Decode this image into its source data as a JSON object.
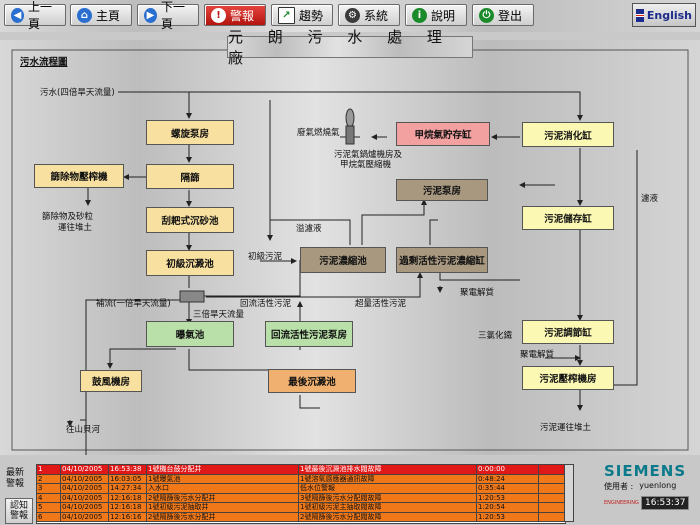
{
  "toolbar": {
    "buttons": [
      {
        "label": "上一頁",
        "icon": "arrow-left-icon",
        "color": "#2a6fd0"
      },
      {
        "label": "主頁",
        "icon": "home-icon",
        "color": "#2a6fd0"
      },
      {
        "label": "下一頁",
        "icon": "arrow-right-icon",
        "color": "#2a6fd0"
      },
      {
        "label": "警報",
        "icon": "alarm-icon",
        "color": "#ffffff"
      },
      {
        "label": "趨勢",
        "icon": "trend-chart-icon",
        "color": "#1a8a2a"
      },
      {
        "label": "系統",
        "icon": "gears-icon",
        "color": "#1a8a2a"
      },
      {
        "label": "說明",
        "icon": "help-icon",
        "color": "#1a8a2a"
      },
      {
        "label": "登出",
        "icon": "logout-icon",
        "color": "#1a8a2a"
      }
    ],
    "language": "English"
  },
  "title": "元 朗 污 水 處 理 廠",
  "diagram": {
    "caption": "污水流程圖",
    "boxes": {
      "screw_pump": "螺旋泵房",
      "screening": "隔篩",
      "grit": "刮耙式沉砂池",
      "primary": "初級沉澱池",
      "aeration": "曝氣池",
      "blower": "鼓風機房",
      "final": "最後沉澱池",
      "ras_pump": "回流活性污泥泵房",
      "screen_press": "篩除物壓榨機",
      "gas_store": "甲烷氣貯存缸",
      "digester": "污泥消化缸",
      "sludge_pump": "污泥泵房",
      "sludge_store": "污泥儲存缸",
      "sludge_thick": "污泥濃縮池",
      "was_thick": "過剩活性污泥濃縮缸",
      "conditioning": "污泥調節缸",
      "dewater": "污泥壓榨機房"
    },
    "labels": {
      "inflow": "污水(四倍旱天流量)",
      "screenings": "篩除物及砂粒",
      "landfill1": "運往堆土",
      "waste_gas": "廢氣燃燒氣",
      "gas_note1": "污泥氣鍋爐機房及",
      "gas_note2": "甲烷氣壓縮機",
      "supernatant": "溢濾液",
      "primary_sludge": "初級污泥",
      "filtrate": "濾液",
      "poly": "聚電解質",
      "overflow": "補流(一倍旱天流量)",
      "triple": "三倍旱天流量",
      "ras": "回流活性污泥",
      "was": "超量活性污泥",
      "ferric": "三氯化鐵",
      "poly2": "聚電解質",
      "to_river": "往山貝河",
      "sludge_out": "污泥運往堆土"
    }
  },
  "alarm": {
    "caption": "最新警報",
    "ack_label": "認知警報",
    "rows": [
      {
        "no": "1",
        "date": "04/10/2005",
        "time": "16:53:38",
        "desc": "1號機台鼓分配井",
        "state": "1號最後沉澱池排水閥故障",
        "dur": "0:00:00",
        "color": "#e01818"
      },
      {
        "no": "2",
        "date": "04/10/2005",
        "time": "16:03:05",
        "desc": "1號曝氣池",
        "state": "1號溶氧感應器通訊故障",
        "dur": "0:48:24",
        "color": "#f07818"
      },
      {
        "no": "3",
        "date": "04/10/2005",
        "time": "14:27:34",
        "desc": "入水口",
        "state": "低水位警報",
        "dur": "0:35:44",
        "color": "#f07818"
      },
      {
        "no": "4",
        "date": "04/10/2005",
        "time": "12:16:18",
        "desc": "2號隔篩後污水分配井",
        "state": "3號隔篩後污水分配閥故障",
        "dur": "1:20:53",
        "color": "#f07818"
      },
      {
        "no": "5",
        "date": "04/10/2005",
        "time": "12:16:18",
        "desc": "1號初級污泥抽取井",
        "state": "1號初級污泥主抽取閥故障",
        "dur": "1:20:54",
        "color": "#f07818"
      },
      {
        "no": "6",
        "date": "04/10/2005",
        "time": "12:16:16",
        "desc": "2號隔篩後污水分配井",
        "state": "2號隔篩後污水分配閥故障",
        "dur": "1:20:53",
        "color": "#f07818"
      }
    ]
  },
  "brand": {
    "name": "SIEMENS",
    "user_label": "使用者 :",
    "user": "yuenlong",
    "time": "16:53:37",
    "logo": "ENGINEERING"
  }
}
